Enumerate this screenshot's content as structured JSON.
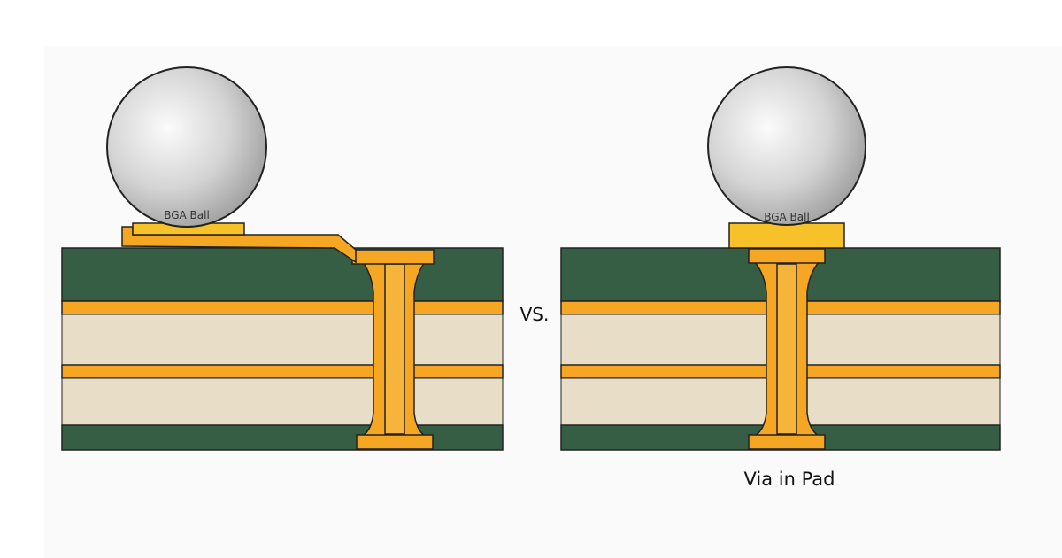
{
  "colors": {
    "soldermask_green": "#355e44",
    "copper_orange": "#f5a623",
    "copper_dark": "#ed9a1a",
    "substrate_beige": "#e8ddc7",
    "pad_yellow": "#f7c12a",
    "outline": "#222222",
    "ball_highlight": "#fbfbfb",
    "ball_shadow": "#9b9b9b"
  },
  "left_diagram": {
    "ball_label": "BGA Ball"
  },
  "separator": {
    "label": "VS."
  },
  "right_diagram": {
    "ball_label": "BGA Ball",
    "caption": "Via in Pad"
  }
}
